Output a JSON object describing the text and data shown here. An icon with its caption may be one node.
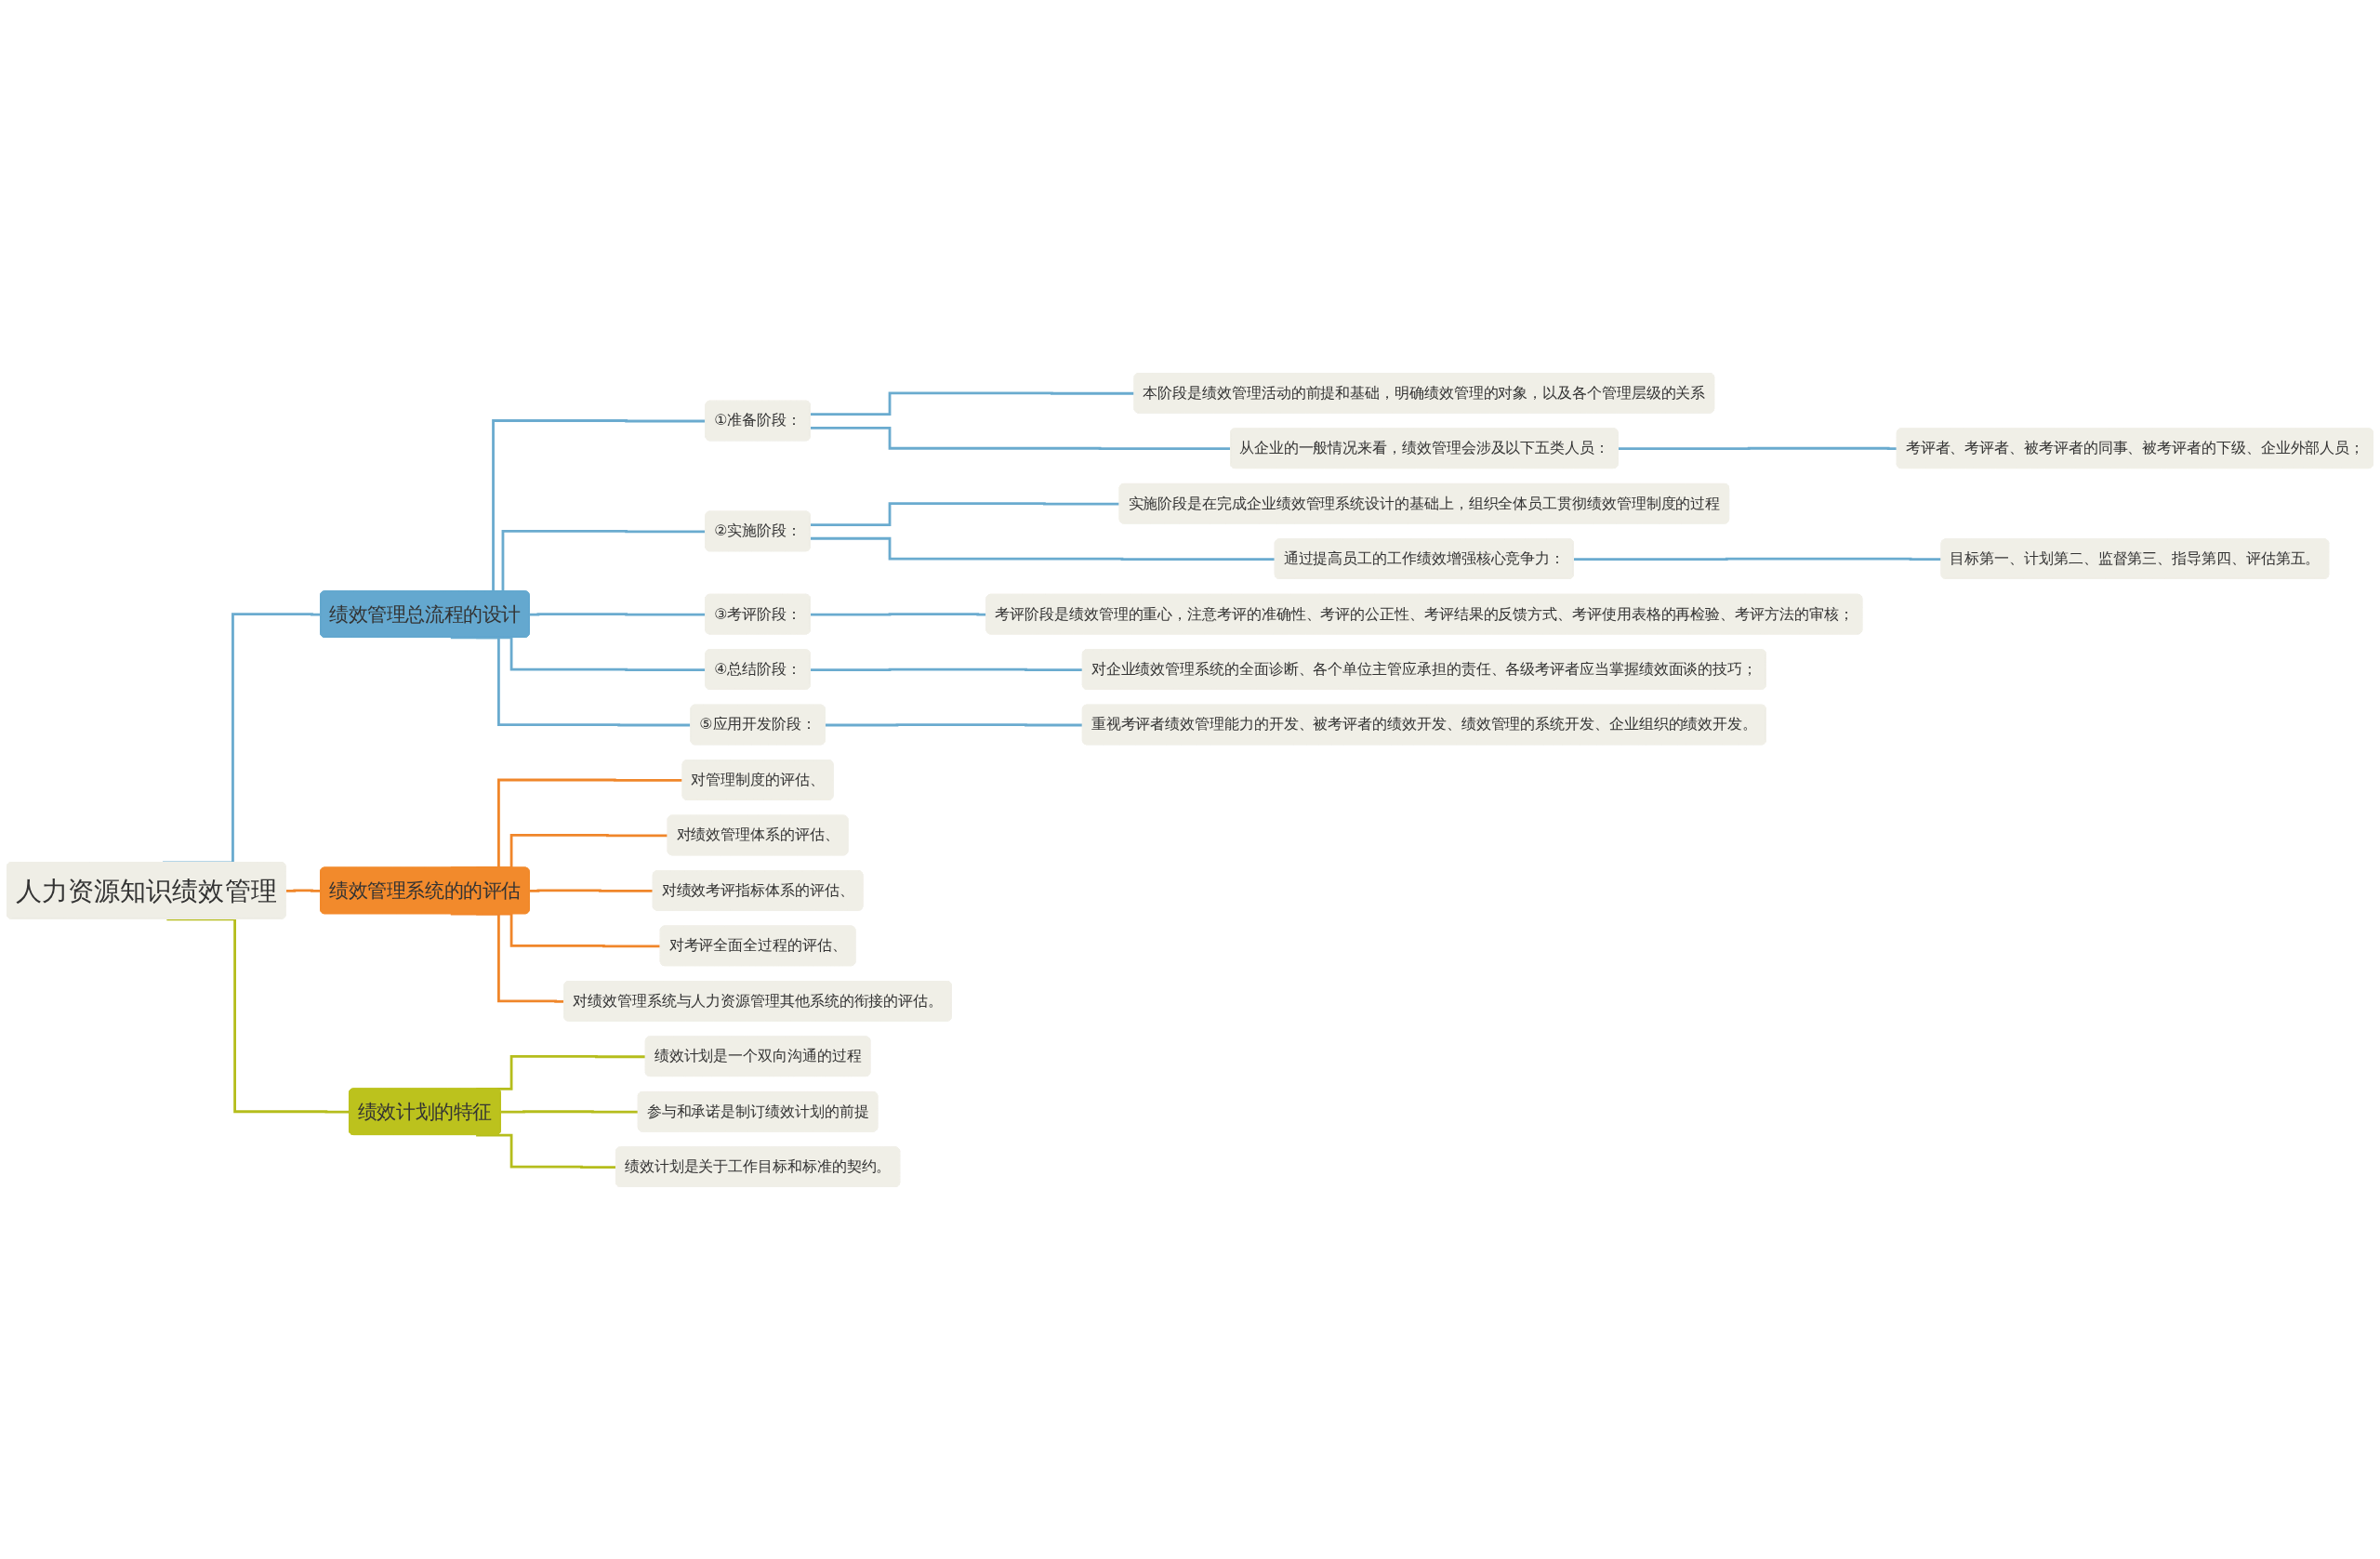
{
  "diagram": {
    "nodes": [
      {
        "text": [
          "人力资源知识绩效管理"
        ]
      },
      {
        "text": [
          "绩效管理总流程的设计"
        ]
      },
      {
        "text": [
          "①准备阶段："
        ]
      },
      {
        "text": [
          "本阶段是绩效管理活动的前提和基础，明确绩效管理的对象，以及各个管理层级的关系"
        ]
      },
      {
        "text": [
          "从企业的一般情况来看，绩效管理会涉及以下五类人员："
        ]
      },
      {
        "text": [
          "考评者、考评者、被考评者的同事、被考评者的下级、企业外部人员；"
        ]
      },
      {
        "text": [
          "②实施阶段："
        ]
      },
      {
        "text": [
          "实施阶段是在完成企业绩效管理系统设计的基础上，组织全体员工贯彻绩效管理制度的过程"
        ]
      },
      {
        "text": [
          "通过提高员工的工作绩效增强核心竞争力："
        ]
      },
      {
        "text": [
          "目标第一、计划第二、监督第三、指导第四、评估第五。"
        ]
      },
      {
        "text": [
          "③考评阶段："
        ]
      },
      {
        "text": [
          "考评阶段是绩效管理的重心，注意考评的准确性、考评的公正性、考评结果的反馈方式、考评使用表格的再检验、考评方法的审核；"
        ]
      },
      {
        "text": [
          "④总结阶段："
        ]
      },
      {
        "text": [
          "对企业绩效管理系统的全面诊断、各个单位主管应承担的责任、各级考评者应当掌握绩效面谈的技巧；"
        ]
      },
      {
        "text": [
          "⑤应用开发阶段："
        ]
      },
      {
        "text": [
          "重视考评者绩效管理能力的开发、被考评者的绩效开发、绩效管理的系统开发、企业组织的绩效开发。"
        ]
      },
      {
        "text": [
          "绩效管理系统的的评估"
        ]
      },
      {
        "text": [
          "对管理制度的评估、"
        ]
      },
      {
        "text": [
          "对绩效管理体系的评估、"
        ]
      },
      {
        "text": [
          "对绩效考评指标体系的评估、"
        ]
      },
      {
        "text": [
          "对考评全面全过程的评估、"
        ]
      },
      {
        "text": [
          "对绩效管理系统与人力资源管理其他系统的衔接的评估。"
        ]
      },
      {
        "text": [
          "绩效计划的特征"
        ]
      },
      {
        "text": [
          "绩效计划是一个双向沟通的过程"
        ]
      },
      {
        "text": [
          "参与和承诺是制订绩效计划的前提"
        ]
      },
      {
        "text": [
          "绩效计划是关于工作目标和标准的契约。"
        ]
      }
    ],
    "edges": [
      {
        "from": 0,
        "to": 1,
        "arrow": "none"
      },
      {
        "from": 1,
        "to": 2,
        "arrow": "none"
      },
      {
        "from": 2,
        "to": 3,
        "arrow": "none"
      },
      {
        "from": 2,
        "to": 4,
        "arrow": "none"
      },
      {
        "from": 4,
        "to": 5,
        "arrow": "none"
      },
      {
        "from": 1,
        "to": 6,
        "arrow": "none"
      },
      {
        "from": 6,
        "to": 7,
        "arrow": "none"
      },
      {
        "from": 6,
        "to": 8,
        "arrow": "none"
      },
      {
        "from": 8,
        "to": 9,
        "arrow": "none"
      },
      {
        "from": 1,
        "to": 10,
        "arrow": "none"
      },
      {
        "from": 10,
        "to": 11,
        "arrow": "none"
      },
      {
        "from": 1,
        "to": 12,
        "arrow": "none"
      },
      {
        "from": 12,
        "to": 13,
        "arrow": "none"
      },
      {
        "from": 1,
        "to": 14,
        "arrow": "none"
      },
      {
        "from": 14,
        "to": 15,
        "arrow": "none"
      },
      {
        "from": 0,
        "to": 16,
        "arrow": "none",
        "color": "#f0862a"
      },
      {
        "from": 16,
        "to": 17,
        "arrow": "none",
        "color": "#f0862a"
      },
      {
        "from": 16,
        "to": 18,
        "arrow": "none",
        "color": "#f0862a"
      },
      {
        "from": 16,
        "to": 19,
        "arrow": "none",
        "color": "#f0862a"
      },
      {
        "from": 16,
        "to": 20,
        "arrow": "none",
        "color": "#f0862a"
      },
      {
        "from": 16,
        "to": 21,
        "arrow": "none",
        "color": "#f0862a"
      },
      {
        "from": 0,
        "to": 22,
        "arrow": "none",
        "color": "#b5bd1c"
      },
      {
        "from": 22,
        "to": 23,
        "arrow": "none",
        "color": "#b5bd1c"
      },
      {
        "from": 22,
        "to": 24,
        "arrow": "none",
        "color": "#b5bd1c"
      },
      {
        "from": 22,
        "to": 25,
        "arrow": "none",
        "color": "#b5bd1c"
      }
    ]
  }
}
